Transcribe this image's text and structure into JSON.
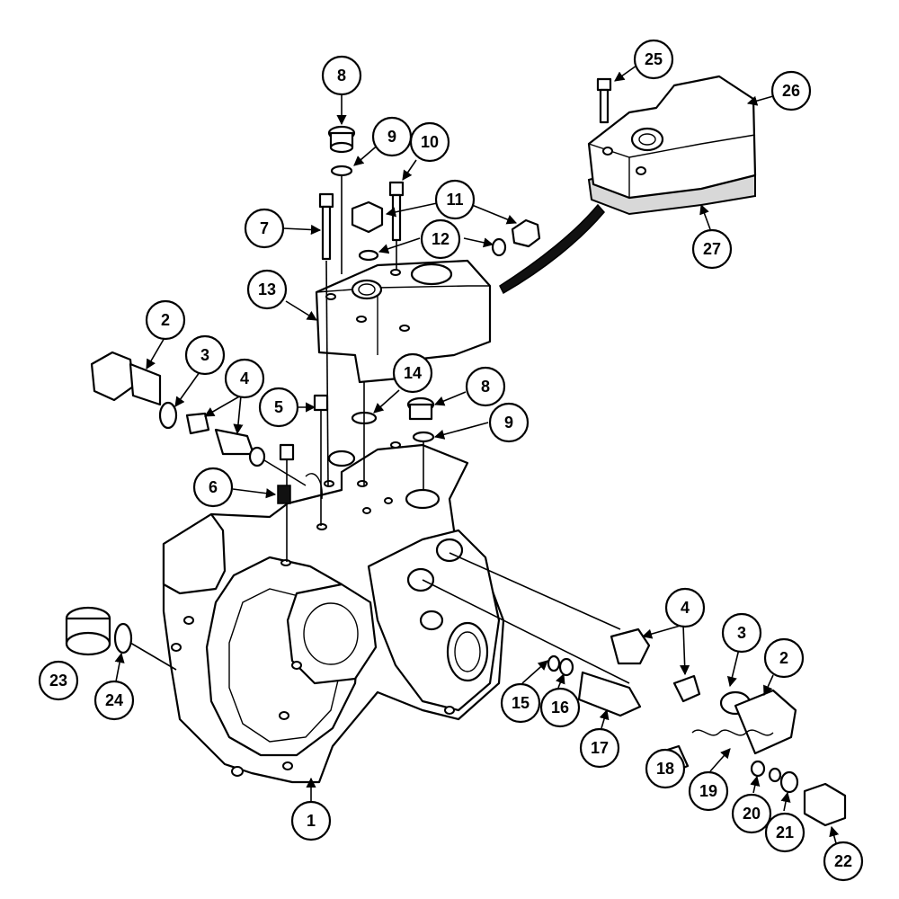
{
  "callouts": [
    {
      "label": "1"
    },
    {
      "label": "2"
    },
    {
      "label": "2"
    },
    {
      "label": "3"
    },
    {
      "label": "3"
    },
    {
      "label": "4"
    },
    {
      "label": "4"
    },
    {
      "label": "5"
    },
    {
      "label": "6"
    },
    {
      "label": "7"
    },
    {
      "label": "8"
    },
    {
      "label": "8"
    },
    {
      "label": "9"
    },
    {
      "label": "9"
    },
    {
      "label": "10"
    },
    {
      "label": "11"
    },
    {
      "label": "12"
    },
    {
      "label": "13"
    },
    {
      "label": "14"
    },
    {
      "label": "15"
    },
    {
      "label": "16"
    },
    {
      "label": "17"
    },
    {
      "label": "18"
    },
    {
      "label": "19"
    },
    {
      "label": "20"
    },
    {
      "label": "21"
    },
    {
      "label": "22"
    },
    {
      "label": "23"
    },
    {
      "label": "24"
    },
    {
      "label": "25"
    },
    {
      "label": "26"
    },
    {
      "label": "27"
    }
  ]
}
